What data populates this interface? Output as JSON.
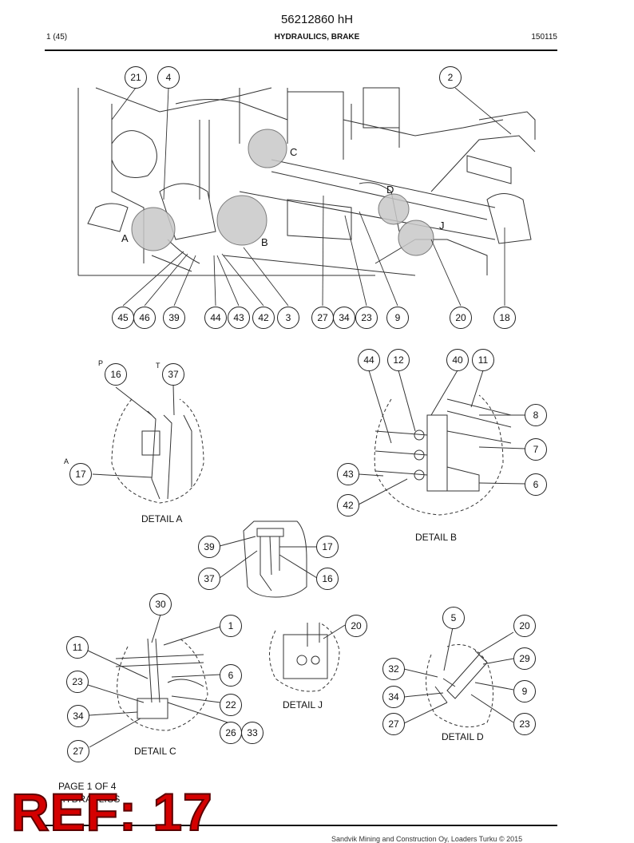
{
  "header": {
    "doc_number": "56212860 hH",
    "page_index": "1 (45)",
    "section": "HYDRAULICS, BRAKE",
    "code": "150115"
  },
  "main_view": {
    "area_labels": [
      "A",
      "B",
      "C",
      "D",
      "J"
    ],
    "callouts": [
      "21",
      "4",
      "2",
      "45",
      "46",
      "39",
      "44",
      "43",
      "42",
      "3",
      "27",
      "34",
      "23",
      "9",
      "20",
      "18"
    ]
  },
  "detail_a": {
    "title": "DETAIL A",
    "port_labels": [
      "P",
      "T",
      "A"
    ],
    "callouts": [
      "16",
      "37",
      "17"
    ]
  },
  "detail_b": {
    "title": "DETAIL B",
    "callouts": [
      "44",
      "12",
      "40",
      "11",
      "8",
      "7",
      "43",
      "6",
      "42"
    ]
  },
  "detail_mid": {
    "callouts": [
      "39",
      "17",
      "37",
      "16"
    ]
  },
  "detail_c": {
    "title": "DETAIL C",
    "callouts": [
      "30",
      "1",
      "11",
      "6",
      "23",
      "22",
      "34",
      "26",
      "33",
      "27"
    ]
  },
  "detail_j": {
    "title": "DETAIL J",
    "callouts": [
      "20"
    ]
  },
  "detail_d": {
    "title": "DETAIL D",
    "callouts": [
      "5",
      "20",
      "29",
      "32",
      "9",
      "34",
      "27",
      "23"
    ]
  },
  "footer": {
    "page_of": "PAGE 1 OF 4",
    "section": "HYDRAULICS",
    "copyright": "Sandvik Mining and Construction Oy, Loaders Turku © 2015"
  },
  "stamp": {
    "text": "REF: 17",
    "color": "#d40000"
  }
}
